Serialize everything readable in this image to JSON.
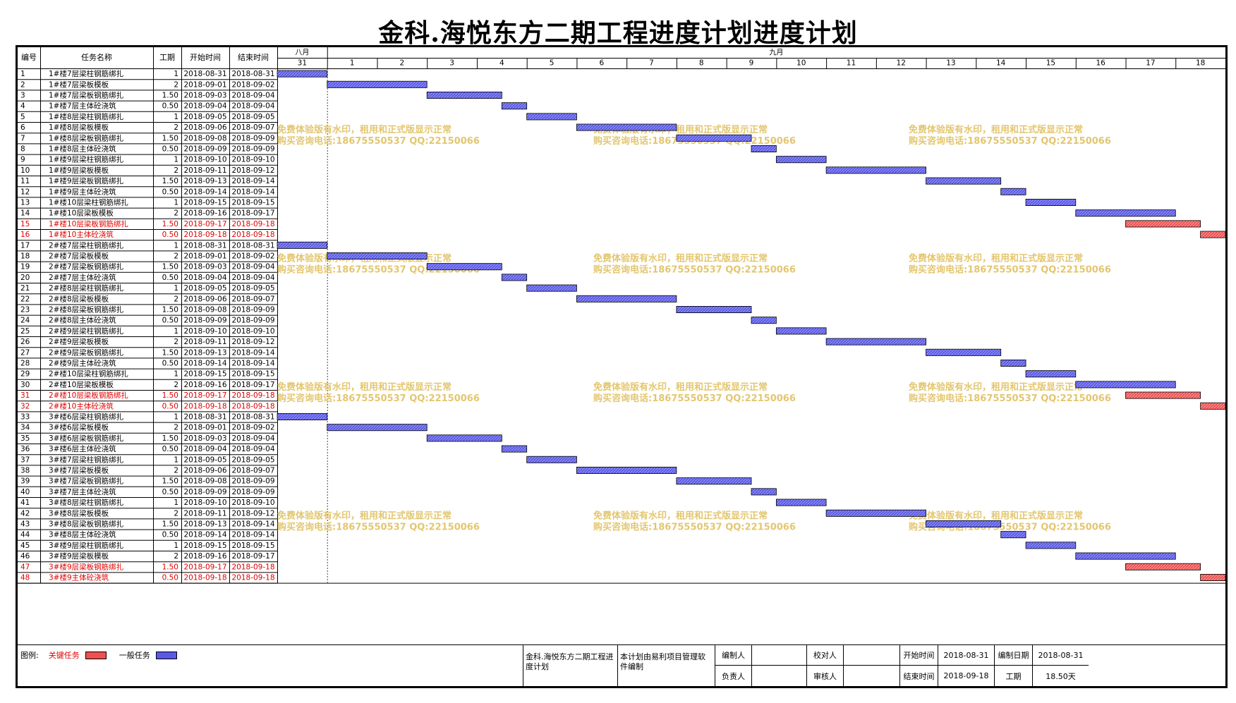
{
  "title": "金科.海悦东方二期工程进度计划进度计划",
  "headers": {
    "id": "编号",
    "name": "任务名称",
    "dur": "工期",
    "start": "开始时间",
    "end": "结束时间"
  },
  "months": [
    {
      "label": "八月"
    },
    {
      "label": "九月"
    }
  ],
  "day_labels": [
    "31",
    "1",
    "2",
    "3",
    "4",
    "5",
    "6",
    "7",
    "8",
    "9",
    "10",
    "11",
    "12",
    "13",
    "14",
    "15",
    "16",
    "17",
    "18"
  ],
  "watermark": {
    "line1": "免费体验版有水印，租用和正式版显示正常",
    "line2": "购买咨询电话:18675550537 QQ:22150066"
  },
  "colors": {
    "normal": "#5a5ae6",
    "critical": "#f05050",
    "critical_text": "#e00000",
    "watermark": "#e0c060"
  },
  "chart_data": {
    "type": "gantt",
    "x_start_date": "2018-08-31",
    "x_end_date": "2018-09-18",
    "tasks": [
      {
        "id": "1",
        "name": "1#楼7层梁柱钢筋绑扎",
        "dur": "1",
        "start": "2018-08-31",
        "end": "2018-08-31",
        "critical": false
      },
      {
        "id": "2",
        "name": "1#楼7层梁板模板",
        "dur": "2",
        "start": "2018-09-01",
        "end": "2018-09-02",
        "critical": false
      },
      {
        "id": "3",
        "name": "1#楼7层梁板钢筋绑扎",
        "dur": "1.50",
        "start": "2018-09-03",
        "end": "2018-09-04",
        "critical": false
      },
      {
        "id": "4",
        "name": "1#楼7层主体砼浇筑",
        "dur": "0.50",
        "start": "2018-09-04",
        "end": "2018-09-04",
        "critical": false
      },
      {
        "id": "5",
        "name": "1#楼8层梁柱钢筋绑扎",
        "dur": "1",
        "start": "2018-09-05",
        "end": "2018-09-05",
        "critical": false
      },
      {
        "id": "6",
        "name": "1#楼8层梁板模板",
        "dur": "2",
        "start": "2018-09-06",
        "end": "2018-09-07",
        "critical": false
      },
      {
        "id": "7",
        "name": "1#楼8层梁板钢筋绑扎",
        "dur": "1.50",
        "start": "2018-09-08",
        "end": "2018-09-09",
        "critical": false
      },
      {
        "id": "8",
        "name": "1#楼8层主体砼浇筑",
        "dur": "0.50",
        "start": "2018-09-09",
        "end": "2018-09-09",
        "critical": false
      },
      {
        "id": "9",
        "name": "1#楼9层梁柱钢筋绑扎",
        "dur": "1",
        "start": "2018-09-10",
        "end": "2018-09-10",
        "critical": false
      },
      {
        "id": "10",
        "name": "1#楼9层梁板模板",
        "dur": "2",
        "start": "2018-09-11",
        "end": "2018-09-12",
        "critical": false
      },
      {
        "id": "11",
        "name": "1#楼9层梁板钢筋绑扎",
        "dur": "1.50",
        "start": "2018-09-13",
        "end": "2018-09-14",
        "critical": false
      },
      {
        "id": "12",
        "name": "1#楼9层主体砼浇筑",
        "dur": "0.50",
        "start": "2018-09-14",
        "end": "2018-09-14",
        "critical": false
      },
      {
        "id": "13",
        "name": "1#楼10层梁柱钢筋绑扎",
        "dur": "1",
        "start": "2018-09-15",
        "end": "2018-09-15",
        "critical": false
      },
      {
        "id": "14",
        "name": "1#楼10层梁板模板",
        "dur": "2",
        "start": "2018-09-16",
        "end": "2018-09-17",
        "critical": false
      },
      {
        "id": "15",
        "name": "1#楼10层梁板钢筋绑扎",
        "dur": "1.50",
        "start": "2018-09-17",
        "end": "2018-09-18",
        "critical": true
      },
      {
        "id": "16",
        "name": "1#楼10主体砼浇筑",
        "dur": "0.50",
        "start": "2018-09-18",
        "end": "2018-09-18",
        "critical": true
      },
      {
        "id": "17",
        "name": "2#楼7层梁柱钢筋绑扎",
        "dur": "1",
        "start": "2018-08-31",
        "end": "2018-08-31",
        "critical": false
      },
      {
        "id": "18",
        "name": "2#楼7层梁板模板",
        "dur": "2",
        "start": "2018-09-01",
        "end": "2018-09-02",
        "critical": false
      },
      {
        "id": "19",
        "name": "2#楼7层梁板钢筋绑扎",
        "dur": "1.50",
        "start": "2018-09-03",
        "end": "2018-09-04",
        "critical": false
      },
      {
        "id": "20",
        "name": "2#楼7层主体砼浇筑",
        "dur": "0.50",
        "start": "2018-09-04",
        "end": "2018-09-04",
        "critical": false
      },
      {
        "id": "21",
        "name": "2#楼8层梁柱钢筋绑扎",
        "dur": "1",
        "start": "2018-09-05",
        "end": "2018-09-05",
        "critical": false
      },
      {
        "id": "22",
        "name": "2#楼8层梁板模板",
        "dur": "2",
        "start": "2018-09-06",
        "end": "2018-09-07",
        "critical": false
      },
      {
        "id": "23",
        "name": "2#楼8层梁板钢筋绑扎",
        "dur": "1.50",
        "start": "2018-09-08",
        "end": "2018-09-09",
        "critical": false
      },
      {
        "id": "24",
        "name": "2#楼8层主体砼浇筑",
        "dur": "0.50",
        "start": "2018-09-09",
        "end": "2018-09-09",
        "critical": false
      },
      {
        "id": "25",
        "name": "2#楼9层梁柱钢筋绑扎",
        "dur": "1",
        "start": "2018-09-10",
        "end": "2018-09-10",
        "critical": false
      },
      {
        "id": "26",
        "name": "2#楼9层梁板模板",
        "dur": "2",
        "start": "2018-09-11",
        "end": "2018-09-12",
        "critical": false
      },
      {
        "id": "27",
        "name": "2#楼9层梁板钢筋绑扎",
        "dur": "1.50",
        "start": "2018-09-13",
        "end": "2018-09-14",
        "critical": false
      },
      {
        "id": "28",
        "name": "2#楼9层主体砼浇筑",
        "dur": "0.50",
        "start": "2018-09-14",
        "end": "2018-09-14",
        "critical": false
      },
      {
        "id": "29",
        "name": "2#楼10层梁柱钢筋绑扎",
        "dur": "1",
        "start": "2018-09-15",
        "end": "2018-09-15",
        "critical": false
      },
      {
        "id": "30",
        "name": "2#楼10层梁板模板",
        "dur": "2",
        "start": "2018-09-16",
        "end": "2018-09-17",
        "critical": false
      },
      {
        "id": "31",
        "name": "2#楼10层梁板钢筋绑扎",
        "dur": "1.50",
        "start": "2018-09-17",
        "end": "2018-09-18",
        "critical": true
      },
      {
        "id": "32",
        "name": "2#楼10主体砼浇筑",
        "dur": "0.50",
        "start": "2018-09-18",
        "end": "2018-09-18",
        "critical": true
      },
      {
        "id": "33",
        "name": "3#楼6层梁柱钢筋绑扎",
        "dur": "1",
        "start": "2018-08-31",
        "end": "2018-08-31",
        "critical": false
      },
      {
        "id": "34",
        "name": "3#楼6层梁板模板",
        "dur": "2",
        "start": "2018-09-01",
        "end": "2018-09-02",
        "critical": false
      },
      {
        "id": "35",
        "name": "3#楼6层梁板钢筋绑扎",
        "dur": "1.50",
        "start": "2018-09-03",
        "end": "2018-09-04",
        "critical": false
      },
      {
        "id": "36",
        "name": "3#楼6层主体砼浇筑",
        "dur": "0.50",
        "start": "2018-09-04",
        "end": "2018-09-04",
        "critical": false
      },
      {
        "id": "37",
        "name": "3#楼7层梁柱钢筋绑扎",
        "dur": "1",
        "start": "2018-09-05",
        "end": "2018-09-05",
        "critical": false
      },
      {
        "id": "38",
        "name": "3#楼7层梁板模板",
        "dur": "2",
        "start": "2018-09-06",
        "end": "2018-09-07",
        "critical": false
      },
      {
        "id": "39",
        "name": "3#楼7层梁板钢筋绑扎",
        "dur": "1.50",
        "start": "2018-09-08",
        "end": "2018-09-09",
        "critical": false
      },
      {
        "id": "40",
        "name": "3#楼7层主体砼浇筑",
        "dur": "0.50",
        "start": "2018-09-09",
        "end": "2018-09-09",
        "critical": false
      },
      {
        "id": "41",
        "name": "3#楼8层梁柱钢筋绑扎",
        "dur": "1",
        "start": "2018-09-10",
        "end": "2018-09-10",
        "critical": false
      },
      {
        "id": "42",
        "name": "3#楼8层梁板模板",
        "dur": "2",
        "start": "2018-09-11",
        "end": "2018-09-12",
        "critical": false
      },
      {
        "id": "43",
        "name": "3#楼8层梁板钢筋绑扎",
        "dur": "1.50",
        "start": "2018-09-13",
        "end": "2018-09-14",
        "critical": false
      },
      {
        "id": "44",
        "name": "3#楼8层主体砼浇筑",
        "dur": "0.50",
        "start": "2018-09-14",
        "end": "2018-09-14",
        "critical": false
      },
      {
        "id": "45",
        "name": "3#楼9层梁柱钢筋绑扎",
        "dur": "1",
        "start": "2018-09-15",
        "end": "2018-09-15",
        "critical": false
      },
      {
        "id": "46",
        "name": "3#楼9层梁板模板",
        "dur": "2",
        "start": "2018-09-16",
        "end": "2018-09-17",
        "critical": false
      },
      {
        "id": "47",
        "name": "3#楼9层梁板钢筋绑扎",
        "dur": "1.50",
        "start": "2018-09-17",
        "end": "2018-09-18",
        "critical": true
      },
      {
        "id": "48",
        "name": "3#楼9主体砼浇筑",
        "dur": "0.50",
        "start": "2018-09-18",
        "end": "2018-09-18",
        "critical": true
      }
    ]
  },
  "footer": {
    "legend_label": "图例:",
    "legend_critical": "关键任务",
    "legend_normal": "一般任务",
    "project_name": "金科.海悦东方二期工程进度计划",
    "software_note": "本计划由易利项目管理软件编制",
    "compiler_label": "编制人",
    "checker_label": "校对人",
    "manager_label": "负责人",
    "auditor_label": "审核人",
    "start_label": "开始时间",
    "start_value": "2018-08-31",
    "end_label": "结束时间",
    "end_value": "2018-09-18",
    "date_label": "编制日期",
    "date_value": "2018-08-31",
    "duration_label": "工期",
    "duration_value": "18.50天"
  }
}
